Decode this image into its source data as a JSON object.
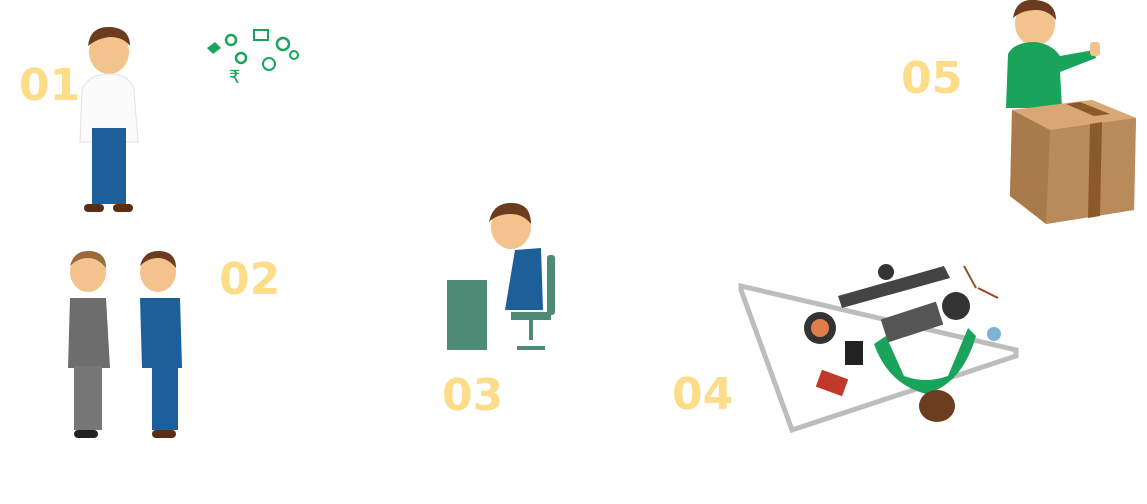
{
  "steps": [
    {
      "number": "01",
      "icon": "man-idea-icons"
    },
    {
      "number": "02",
      "icon": "handshake"
    },
    {
      "number": "03",
      "icon": "man-at-desk"
    },
    {
      "number": "04",
      "icon": "workstation-topdown"
    },
    {
      "number": "05",
      "icon": "man-with-box"
    }
  ],
  "colors": {
    "number": "#fddc8a",
    "green": "#1aa35a",
    "blue": "#1c5f9a",
    "box": "#b98a5a"
  },
  "icons": {
    "currency": "₹"
  }
}
